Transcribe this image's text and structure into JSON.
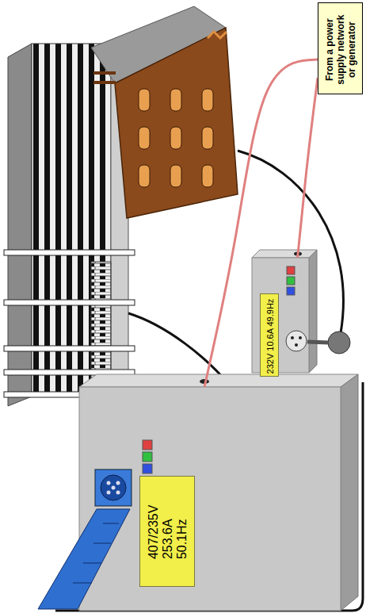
{
  "diagram": {
    "nodes": [
      {
        "text": [
          "From a power supply network or generator"
        ]
      },
      {
        "text": [
          "407/235V 253.6A 50.1Hz"
        ]
      },
      {
        "text": [
          "232V 10.6A 49.9Hz"
        ]
      }
    ],
    "edges": [
      {
        "from": 0,
        "to": 1,
        "arrow": "none"
      },
      {
        "from": 0,
        "to": 2,
        "arrow": "none"
      }
    ]
  }
}
